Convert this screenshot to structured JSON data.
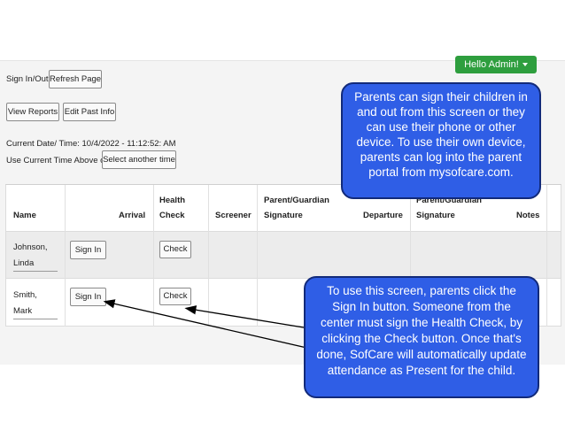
{
  "header": {
    "admin_label": "Hello Admin!"
  },
  "toolbar": {
    "sign_in_out_label": "Sign In/Out",
    "refresh_label": "Refresh Page",
    "view_reports_label": "View Reports",
    "edit_past_label": "Edit Past Info",
    "current_date_label": "Current Date/ Time: 10/4/2022 - 11:12:52: AM",
    "use_current_label": "Use Current Time Above or",
    "select_time_label": "Select another time"
  },
  "table": {
    "headers": {
      "name": "Name",
      "arrival": "Arrival",
      "health_top": "Health",
      "health_bottom": "Check",
      "screener": "Screener",
      "parent_top": "Parent/Guardian",
      "parent_bottom": "Signature",
      "departure": "Departure",
      "parent2_top": "Parent/Guardian",
      "parent2_bottom": "Signature",
      "notes": "Notes"
    },
    "rows": [
      {
        "last": "Johnson,",
        "first": "Linda",
        "sign_in": "Sign In",
        "check": "Check"
      },
      {
        "last": "Smith,",
        "first": "Mark",
        "sign_in": "Sign In",
        "check": "Check"
      }
    ]
  },
  "callouts": {
    "top": "Parents can sign their children in and out from this screen or they can use their phone or other device.  To use their own device, parents can log into the parent portal from mysofcare.com.",
    "bottom": "To use this screen, parents click the Sign In button.  Someone from the center must sign the Health Check, by clicking the Check button.  Once that's done, SofCare will automatically update attendance as Present for the child."
  },
  "colors": {
    "callout_fill": "#2f5ee6",
    "callout_border": "#122a7a",
    "admin_button": "#2e9e3e"
  }
}
